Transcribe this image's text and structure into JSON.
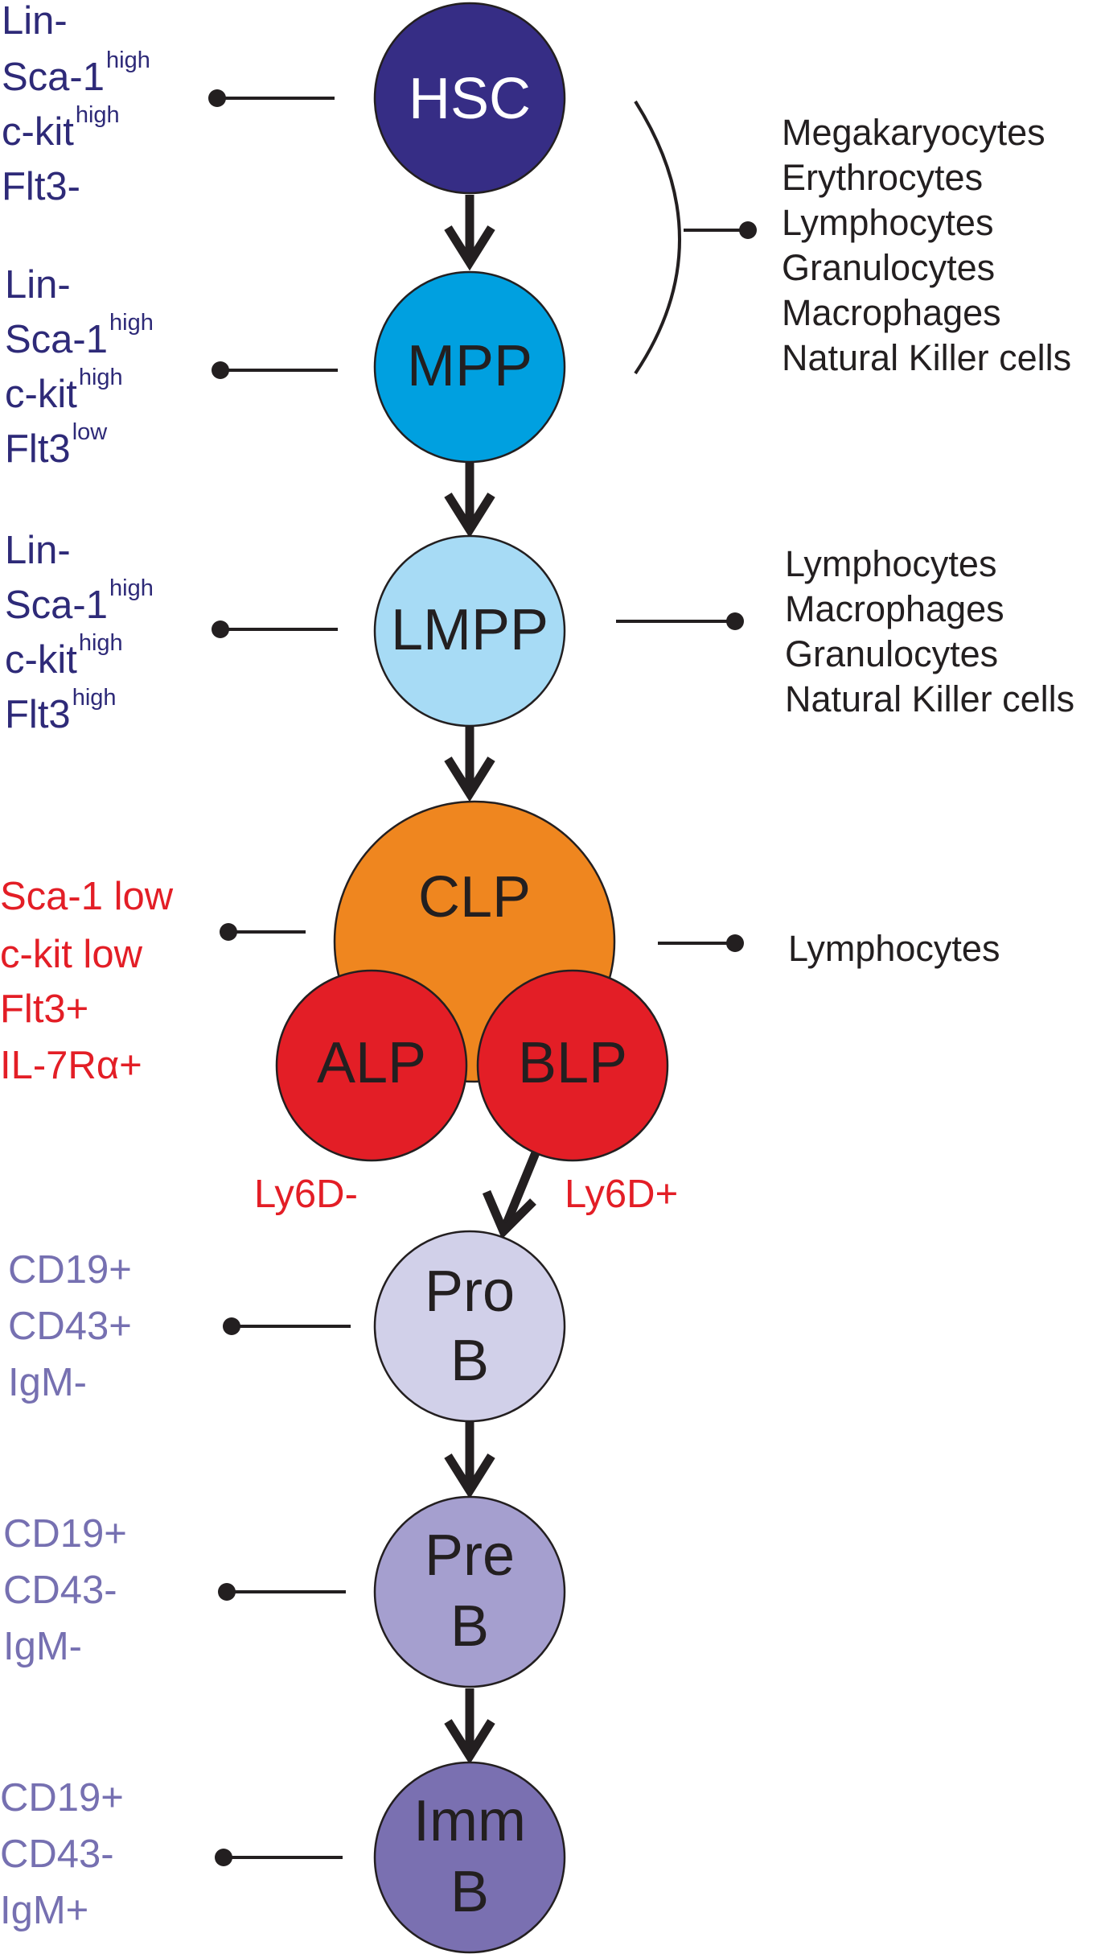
{
  "colors": {
    "line": "#231f20",
    "hsc": "#362d85",
    "mpp": "#00a0e0",
    "lmpp": "#a7dbf5",
    "clp": "#ef861f",
    "alp_blp": "#e31e26",
    "pro_b": "#d1d0e9",
    "pre_b": "#a59fcf",
    "imm_b": "#7a70b1",
    "marker_stem": "#2e2a78",
    "marker_lymphoid": "#e31e26",
    "marker_b": "#7670b1"
  },
  "nodes": {
    "hsc": {
      "label": "HSC"
    },
    "mpp": {
      "label": "MPP"
    },
    "lmpp": {
      "label": "LMPP"
    },
    "clp": {
      "label": "CLP"
    },
    "alp": {
      "label": "ALP"
    },
    "blp": {
      "label": "BLP"
    },
    "pro_b": {
      "line1": "Pro",
      "line2": "B"
    },
    "pre_b": {
      "line1": "Pre",
      "line2": "B"
    },
    "imm_b": {
      "line1": "Imm",
      "line2": "B"
    }
  },
  "markers": {
    "hsc": [
      {
        "main": "Lin-",
        "sup": ""
      },
      {
        "main": "Sca-1",
        "sup": "high"
      },
      {
        "main": "c-kit",
        "sup": "high"
      },
      {
        "main": "Flt3-",
        "sup": ""
      }
    ],
    "mpp": [
      {
        "main": "Lin-",
        "sup": ""
      },
      {
        "main": "Sca-1",
        "sup": "high"
      },
      {
        "main": "c-kit",
        "sup": "high"
      },
      {
        "main": "Flt3",
        "sup": "low"
      }
    ],
    "lmpp": [
      {
        "main": "Lin-",
        "sup": ""
      },
      {
        "main": "Sca-1",
        "sup": "high"
      },
      {
        "main": "c-kit",
        "sup": "high"
      },
      {
        "main": "Flt3",
        "sup": "high"
      }
    ],
    "clp": [
      "Sca-1 low",
      "c-kit low",
      "Flt3+",
      "IL-7Rα+"
    ],
    "pro_b": [
      "CD19+",
      "CD43+",
      "IgM-"
    ],
    "pre_b": [
      "CD19+",
      "CD43-",
      "IgM-"
    ],
    "imm_b": [
      "CD19+",
      "CD43-",
      "IgM+"
    ]
  },
  "ly6d": {
    "minus": "Ly6D-",
    "plus": "Ly6D+"
  },
  "outputs": {
    "hsc_mpp": [
      "Megakaryocytes",
      "Erythrocytes",
      "Lymphocytes",
      "Granulocytes",
      "Macrophages",
      "Natural Killer cells"
    ],
    "lmpp": [
      "Lymphocytes",
      "Macrophages",
      "Granulocytes",
      "Natural Killer cells"
    ],
    "clp": [
      "Lymphocytes"
    ]
  }
}
